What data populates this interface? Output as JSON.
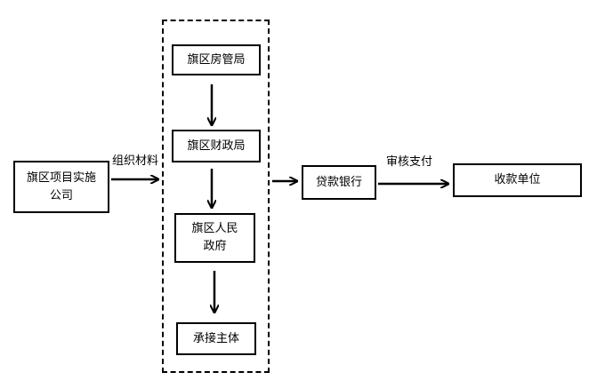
{
  "nodes": {
    "company": {
      "line1": "旗区项目实施",
      "line2": "公司"
    },
    "housing": "旗区房管局",
    "finance": "旗区财政局",
    "government": {
      "line1": "旗区人民",
      "line2": "政府"
    },
    "undertaker": "承接主体",
    "bank": "贷款银行",
    "payee": "收款单位"
  },
  "edge_labels": {
    "organize": "组织材料",
    "review_pay": "审核支付"
  }
}
